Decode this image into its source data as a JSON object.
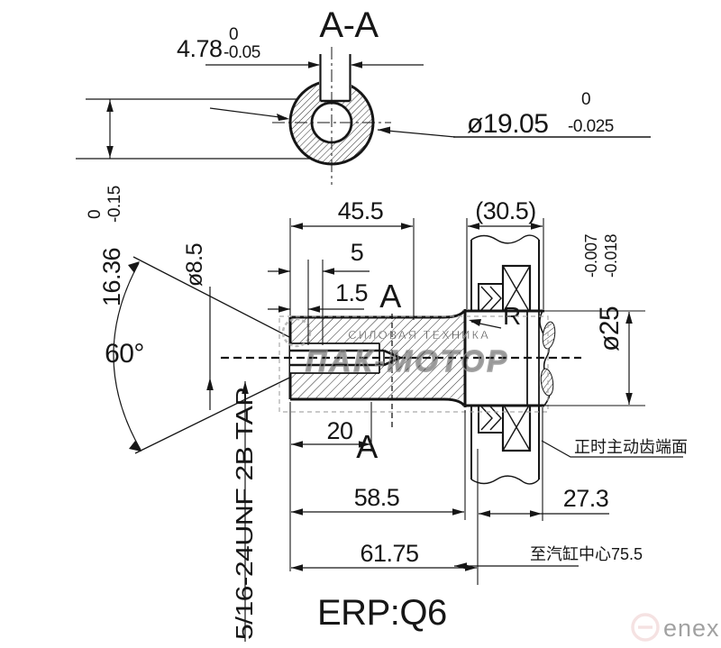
{
  "view": {
    "section_label": "A-A",
    "section_marker_top": "A",
    "section_marker_bottom": "A",
    "erp_label": "ERP:Q6",
    "fillet_label": "R"
  },
  "dims": {
    "keyway_width": "4.78",
    "keyway_width_tol_upper": "0",
    "keyway_width_tol_lower": "-0.05",
    "pto_diameter": "ø19.05",
    "pto_diameter_tol_upper": "0",
    "pto_diameter_tol_lower": "-0.025",
    "keyway_depth": "16.36",
    "keyway_depth_tol_upper": "0",
    "keyway_depth_tol_lower": "-0.15",
    "shaft_length": "45.5",
    "gear_width_ref": "(30.5)",
    "relief_long": "5",
    "relief_short": "1.5",
    "tap_drill_diameter": "ø8.5",
    "countersink_angle": "60°",
    "thread_spec": "5/16-24UNF 2B TAP",
    "thread_depth": "20",
    "length_mid": "58.5",
    "length_overall": "61.75",
    "length_gear": "27.3",
    "journal_diameter": "ø25",
    "journal_tol_upper": "-0.007",
    "journal_tol_lower": "-0.018"
  },
  "notes": {
    "gear_face": "正时主动齿端面",
    "cylinder_center": "至汽缸中心75.5"
  },
  "watermark": {
    "line1": "СИЛОВАЯ ТЕХНИКА",
    "line2": "ПАК-МОТОР",
    "brand": "enex"
  },
  "colors": {
    "line": "#161616",
    "watermark_gray": "#9a9a9a",
    "brand_pink": "#e8b9b9"
  }
}
